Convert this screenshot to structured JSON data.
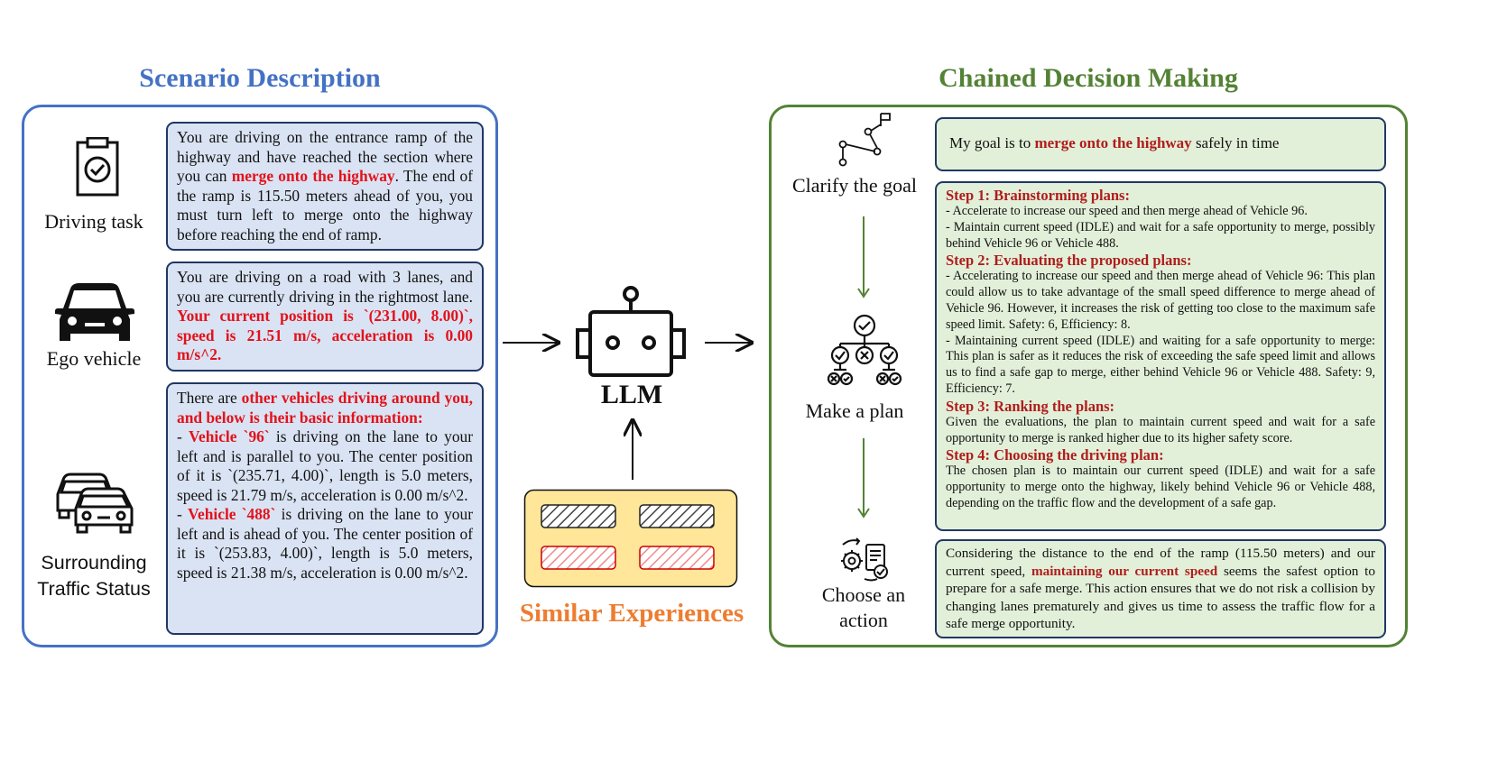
{
  "scenario": {
    "title": "Scenario Description",
    "task_label": "Driving task",
    "ego_label": "Ego vehicle",
    "surrounding_label_line1": "Surrounding",
    "surrounding_label_line2": "Traffic Status",
    "task": {
      "t1": "You are driving on the entrance ramp of the highway and have reached the section where you can ",
      "h1": "merge onto the highway",
      "t2": ". The end of the ramp is 115.50 meters ahead of you, you must turn left to merge onto the highway before reaching the end of ramp."
    },
    "ego": {
      "t1": "You are driving on a road with 3 lanes, and you are currently driving in the rightmost lane. ",
      "h1": "Your current position is `(231.00, 8.00)`, speed is 21.51 m/s, acceleration is 0.00 m/s^2."
    },
    "surrounding": {
      "t1": "There are ",
      "h1": "other vehicles driving around you, and below is their basic information:",
      "d1": "- ",
      "v1": "Vehicle `96`",
      "t2": " is driving on the lane to your left and is parallel to you. The center position of it is `(235.71, 4.00)`, length is 5.0 meters, speed is 21.79 m/s, acceleration is 0.00 m/s^2.",
      "d2": "- ",
      "v2": "Vehicle `488`",
      "t3": " is driving on the lane to your left and is ahead of you. The center position of it is `(253.83, 4.00)`, length is 5.0 meters, speed is 21.38 m/s, acceleration is 0.00 m/s^2."
    }
  },
  "llm": {
    "label": "LLM"
  },
  "memory": {
    "label": "Similar Experiences"
  },
  "decision": {
    "title": "Chained Decision Making",
    "goal_label": "Clarify the goal",
    "plan_label": "Make a plan",
    "action_label_line1": "Choose an",
    "action_label_line2": "action",
    "goal": {
      "t1": "My goal is to ",
      "h1": "merge onto the highway",
      "t2": " safely in time"
    },
    "plan": {
      "s1": "Step 1: Brainstorming plans:",
      "b1a": "- Accelerate to increase our speed and then merge ahead of Vehicle 96.",
      "b1b": "- Maintain current speed (IDLE) and wait for a safe opportunity to merge, possibly behind Vehicle 96 or Vehicle 488.",
      "s2": "Step 2: Evaluating the proposed plans:",
      "b2a": "- Accelerating to increase our speed and then merge ahead of Vehicle 96: This plan could allow us to take advantage of the small speed difference to merge ahead of Vehicle 96. However, it increases the risk of getting too close to the maximum safe speed limit. Safety: 6, Efficiency: 8.",
      "b2b": "- Maintaining current speed (IDLE) and waiting for a safe opportunity to merge: This plan is safer as it reduces the risk of exceeding the safe speed limit and allows us to find a safe gap to merge, either behind Vehicle 96 or Vehicle 488. Safety: 9, Efficiency: 7.",
      "s3": "Step 3: Ranking the plans:",
      "b3": "Given the evaluations, the plan to maintain current speed and wait for a safe opportunity to merge is ranked higher due to its higher safety score.",
      "s4": "Step 4: Choosing the driving plan:",
      "b4": "The chosen plan is to maintain our current speed (IDLE) and wait for a safe opportunity to merge onto the highway, likely behind Vehicle 96 or Vehicle 488, depending on the traffic flow and the development of a safe gap."
    },
    "action": {
      "t1": "Considering the distance to the end of the ramp (115.50 meters) and our current speed, ",
      "h1": "maintaining our current speed",
      "t2": " seems the safest option to prepare for a safe merge. This action ensures that we do not risk a collision by changing lanes prematurely and gives us time to assess the traffic flow for a safe merge opportunity."
    }
  },
  "colors": {
    "scenario_accent": "#4472c4",
    "decision_accent": "#548235",
    "highlight_red": "#e3121b",
    "step_red": "#b01c1c",
    "memory_orange": "#ed7d31",
    "memory_bg": "#ffe699",
    "box_blue": "#dae3f3",
    "box_green": "#e2f0d9"
  },
  "icons": [
    "clipboard-check-icon",
    "car-front-icon",
    "traffic-cars-icon",
    "robot-icon",
    "route-flag-icon",
    "decision-tree-icon",
    "gear-document-icon"
  ]
}
